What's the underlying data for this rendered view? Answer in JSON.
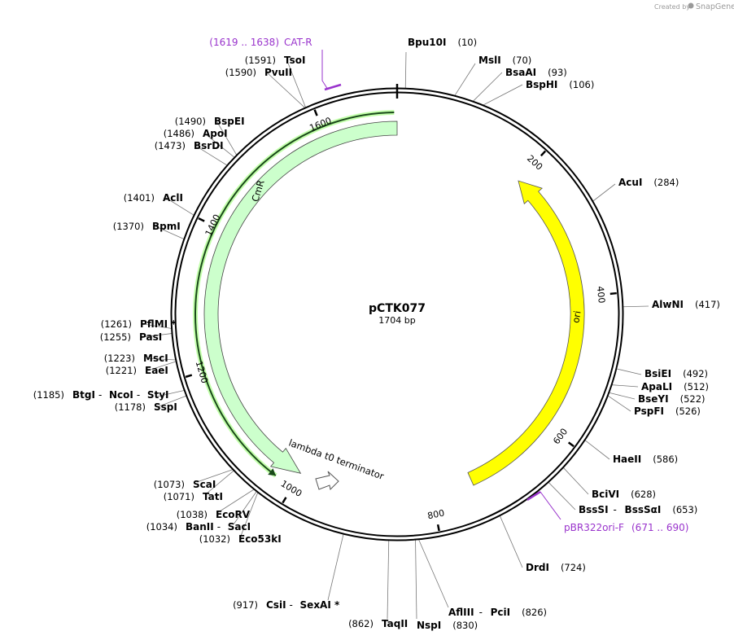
{
  "app": {
    "created_by": "Created by",
    "brand": "SnapGene"
  },
  "plasmid": {
    "name": "pCTK077",
    "size_label": "1704 bp",
    "length": 1704
  },
  "colors": {
    "backbone": "#000000",
    "cmr_fill": "#ccffcc",
    "ori_fill": "#ffff00",
    "primer": "#9933cc",
    "terminator_fill": "#ffffff"
  },
  "ticks": [
    {
      "label": "200",
      "pos": 200
    },
    {
      "label": "400",
      "pos": 400
    },
    {
      "label": "600",
      "pos": 600
    },
    {
      "label": "800",
      "pos": 800
    },
    {
      "label": "1000",
      "pos": 1000
    },
    {
      "label": "1200",
      "pos": 1200
    },
    {
      "label": "1400",
      "pos": 1400
    },
    {
      "label": "1600",
      "pos": 1600
    }
  ],
  "features": [
    {
      "name": "CmR",
      "label": "CmR",
      "type": "cds",
      "strand": "reverse",
      "start": 1000,
      "end": 1704
    },
    {
      "name": "ori",
      "label": "ori",
      "type": "rep_origin",
      "strand": "reverse",
      "start": 200,
      "end": 790
    },
    {
      "name": "lambda-t0-terminator",
      "label": "lambda t0 terminator",
      "type": "terminator",
      "strand": "reverse",
      "start": 920,
      "end": 1000
    }
  ],
  "primers": [
    {
      "name": "CAT-R",
      "label": "CAT-R",
      "range": "(1619 .. 1638)",
      "start": 1619,
      "end": 1638
    },
    {
      "name": "pBR322ori-F",
      "label": "pBR322ori-F",
      "range": "(671 .. 690)",
      "start": 671,
      "end": 690
    }
  ],
  "sites": [
    {
      "groups": [
        {
          "label": "Bpu10I",
          "pos": "(10)"
        }
      ],
      "site": 10
    },
    {
      "groups": [
        {
          "label": "MslI",
          "pos": "(70)"
        }
      ],
      "site": 70
    },
    {
      "groups": [
        {
          "label": "BsaAI",
          "pos": "(93)"
        }
      ],
      "site": 93
    },
    {
      "groups": [
        {
          "label": "BspHI",
          "pos": "(106)"
        }
      ],
      "site": 106
    },
    {
      "groups": [
        {
          "label": "AcuI",
          "pos": "(284)"
        }
      ],
      "site": 284
    },
    {
      "groups": [
        {
          "label": "AlwNI",
          "pos": "(417)"
        }
      ],
      "site": 417
    },
    {
      "groups": [
        {
          "label": "BsiEI",
          "pos": "(492)"
        }
      ],
      "site": 492
    },
    {
      "groups": [
        {
          "label": "ApaLI",
          "pos": "(512)"
        }
      ],
      "site": 512
    },
    {
      "groups": [
        {
          "label": "BseYI",
          "pos": "(522)"
        }
      ],
      "site": 522
    },
    {
      "groups": [
        {
          "label": "PspFI",
          "pos": "(526)"
        }
      ],
      "site": 526
    },
    {
      "groups": [
        {
          "label": "HaeII",
          "pos": "(586)"
        }
      ],
      "site": 586
    },
    {
      "groups": [
        {
          "label": "BciVI",
          "pos": "(628)"
        }
      ],
      "site": 628
    },
    {
      "groups": [
        {
          "label": "BssSI",
          "pos": ""
        },
        {
          "label": "BssSαI",
          "pos": "(653)"
        }
      ],
      "site": 653
    },
    {
      "groups": [
        {
          "label": "DrdI",
          "pos": "(724)"
        }
      ],
      "site": 724
    },
    {
      "groups": [
        {
          "label": "AflIII",
          "pos": ""
        },
        {
          "label": "PciI",
          "pos": "(826)"
        }
      ],
      "site": 826
    },
    {
      "groups": [
        {
          "label": "NspI",
          "pos": "(830)"
        }
      ],
      "site": 830
    },
    {
      "groups": [
        {
          "label": "TaqII",
          "pos": "(862)"
        }
      ],
      "site": 862
    },
    {
      "groups": [
        {
          "label": "CsiI",
          "pos": "(917)"
        },
        {
          "label": "SexAI *",
          "pos": ""
        }
      ],
      "site": 917
    },
    {
      "groups": [
        {
          "label": "Eco53kI",
          "pos": "(1032)"
        }
      ],
      "site": 1032
    },
    {
      "groups": [
        {
          "label": "BanII",
          "pos": "(1034)"
        },
        {
          "label": "SacI",
          "pos": ""
        }
      ],
      "site": 1034
    },
    {
      "groups": [
        {
          "label": "EcoRV",
          "pos": "(1038)"
        }
      ],
      "site": 1038
    },
    {
      "groups": [
        {
          "label": "TatI",
          "pos": "(1071)"
        }
      ],
      "site": 1071
    },
    {
      "groups": [
        {
          "label": "ScaI",
          "pos": "(1073)"
        }
      ],
      "site": 1073
    },
    {
      "groups": [
        {
          "label": "SspI",
          "pos": "(1178)"
        }
      ],
      "site": 1178
    },
    {
      "groups": [
        {
          "label": "BtgI",
          "pos": "(1185)"
        },
        {
          "label": "NcoI",
          "pos": ""
        },
        {
          "label": "StyI",
          "pos": ""
        }
      ],
      "site": 1185
    },
    {
      "groups": [
        {
          "label": "EaeI",
          "pos": "(1221)"
        }
      ],
      "site": 1221
    },
    {
      "groups": [
        {
          "label": "MscI",
          "pos": "(1223)"
        }
      ],
      "site": 1223
    },
    {
      "groups": [
        {
          "label": "PasI",
          "pos": "(1255)"
        }
      ],
      "site": 1255
    },
    {
      "groups": [
        {
          "label": "PflMI *",
          "pos": "(1261)"
        }
      ],
      "site": 1261
    },
    {
      "groups": [
        {
          "label": "BpmI",
          "pos": "(1370)"
        }
      ],
      "site": 1370
    },
    {
      "groups": [
        {
          "label": "AclI",
          "pos": "(1401)"
        }
      ],
      "site": 1401
    },
    {
      "groups": [
        {
          "label": "BsrDI",
          "pos": "(1473)"
        }
      ],
      "site": 1473
    },
    {
      "groups": [
        {
          "label": "ApoI",
          "pos": "(1486)"
        }
      ],
      "site": 1486
    },
    {
      "groups": [
        {
          "label": "BspEI",
          "pos": "(1490)"
        }
      ],
      "site": 1490
    },
    {
      "groups": [
        {
          "label": "PvuII",
          "pos": "(1590)"
        }
      ],
      "site": 1590
    },
    {
      "groups": [
        {
          "label": "TsoI",
          "pos": "(1591)"
        }
      ],
      "site": 1591
    }
  ]
}
